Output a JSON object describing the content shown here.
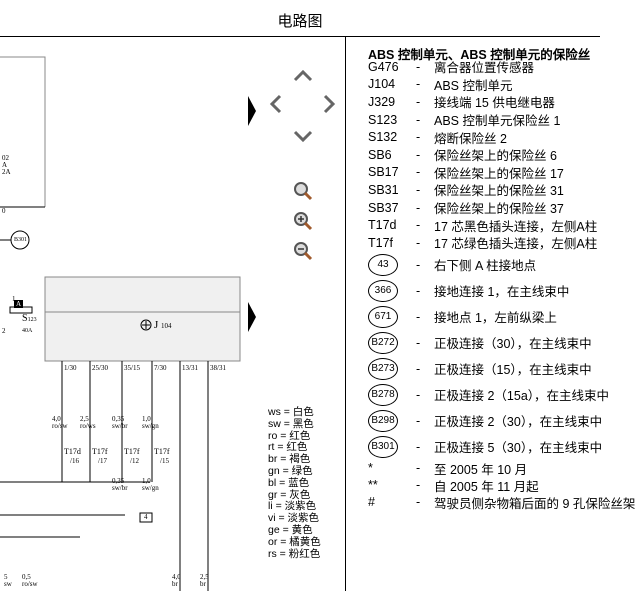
{
  "title": "电路图",
  "diagram": {
    "module_label": "J",
    "module_sub": "104",
    "fuse_label": "S",
    "fuse_sub": "123",
    "fuse_amp": "40A",
    "ground_ref": "B301",
    "top_left": [
      "02",
      "A",
      "2A"
    ],
    "pins": [
      "1/30",
      "25/30",
      "35/15",
      "7/30",
      "13/31",
      "38/31"
    ],
    "wires": [
      {
        "size": "4,0",
        "color": "ro/sw"
      },
      {
        "size": "2,5",
        "color": "ro/ws"
      },
      {
        "size": "0,35",
        "color": "sw/br"
      },
      {
        "size": "1,0",
        "color": "sw/gn"
      }
    ],
    "connectors": [
      {
        "t": "T17d",
        "n": "/16"
      },
      {
        "t": "T17f",
        "n": "/17"
      },
      {
        "t": "T17f",
        "n": "/12"
      },
      {
        "t": "T17f",
        "n": "/15"
      }
    ],
    "lower_wires": [
      {
        "size": "0,35",
        "color": "sw/br"
      },
      {
        "size": "1,0",
        "color": "sw/gn"
      }
    ],
    "box_label": "4",
    "bottom_wires": [
      {
        "size": "5",
        "color": "sw"
      },
      {
        "size": "0,5",
        "color": "ro/sw"
      },
      {
        "size": "4,0",
        "color": "br"
      },
      {
        "size": "2,5",
        "color": "br"
      }
    ],
    "side_labels": [
      "1",
      "A",
      "0",
      "2"
    ]
  },
  "colors_legend": [
    "ws = 白色",
    "sw = 黑色",
    "ro = 红色",
    "rt = 红色",
    "br = 褐色",
    "gn = 绿色",
    "bl = 蓝色",
    "gr = 灰色",
    "li = 淡紫色",
    "vi = 淡紫色",
    "ge = 黄色",
    "or = 橘黄色",
    "rs = 粉红色"
  ],
  "panel": {
    "heading": "ABS 控制单元、ABS 控制单元的保险丝",
    "items": [
      {
        "code": "G476",
        "desc": "离合器位置传感器"
      },
      {
        "code": "J104",
        "desc": "ABS 控制单元"
      },
      {
        "code": "J329",
        "desc": "接线端 15 供电继电器"
      },
      {
        "code": "S123",
        "desc": "ABS 控制单元保险丝 1"
      },
      {
        "code": "S132",
        "desc": "熔断保险丝 2"
      },
      {
        "code": "SB6",
        "desc": "保险丝架上的保险丝 6"
      },
      {
        "code": "SB17",
        "desc": "保险丝架上的保险丝 17"
      },
      {
        "code": "SB31",
        "desc": "保险丝架上的保险丝 31"
      },
      {
        "code": "SB37",
        "desc": "保险丝架上的保险丝 37"
      },
      {
        "code": "T17d",
        "desc": "17 芯黑色插头连接，左侧A柱"
      },
      {
        "code": "T17f",
        "desc": "17 芯绿色插头连接，左侧A柱"
      }
    ],
    "circles": [
      {
        "code": "43",
        "desc": "右下侧 A 柱接地点"
      },
      {
        "code": "366",
        "desc": "接地连接 1，在主线束中"
      },
      {
        "code": "671",
        "desc": "接地点 1，左前纵梁上"
      },
      {
        "code": "B272",
        "desc": "正极连接（30），在主线束中"
      },
      {
        "code": "B273",
        "desc": "正极连接（15），在主线束中"
      },
      {
        "code": "B278",
        "desc": "正极连接 2（15a），在主线束中"
      },
      {
        "code": "B298",
        "desc": "正极连接 2（30），在主线束中"
      },
      {
        "code": "B301",
        "desc": "正极连接 5（30），在主线束中"
      }
    ],
    "notes": [
      {
        "code": "*",
        "desc": "至 2005 年 10 月"
      },
      {
        "code": "**",
        "desc": "自 2005 年 11 月起"
      },
      {
        "code": "#",
        "desc": "驾驶员侧杂物箱后面的 9 孔保险丝架"
      }
    ]
  }
}
